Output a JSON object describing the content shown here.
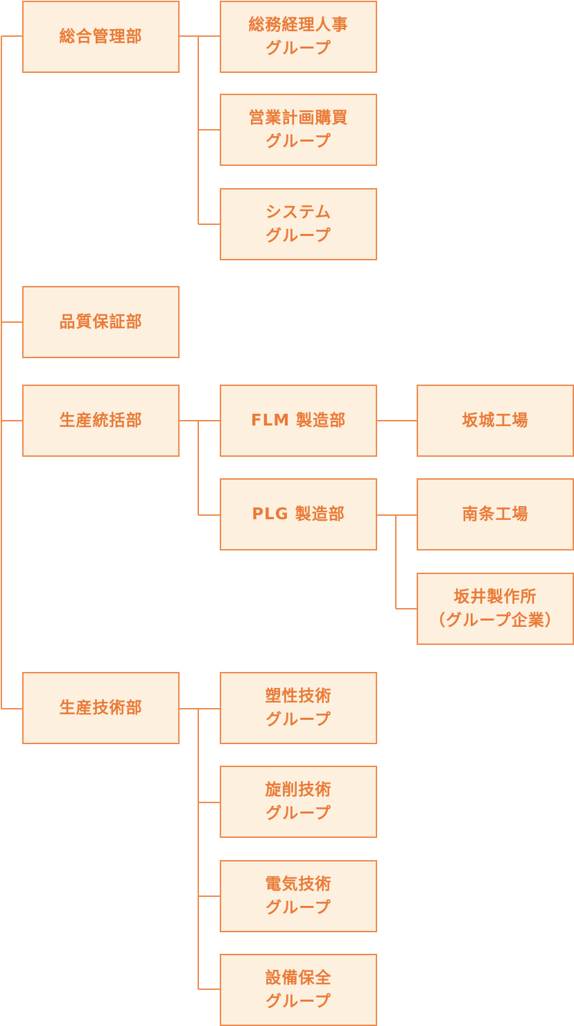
{
  "colors": {
    "line": "#ef8a4c",
    "box_fill": "#fdf0df",
    "text": "#ea7a37"
  },
  "departments": {
    "general_management": "総合管理部",
    "quality_assurance": "品質保証部",
    "production_control": "生産統括部",
    "production_engineering": "生産技術部"
  },
  "groups": {
    "admin_hr": "総務経理人事\nグループ",
    "sales_purchasing": "営業計画購買\nグループ",
    "system": "システム\nグループ",
    "flm": "FLM 製造部",
    "plg": "PLG 製造部",
    "molding": "塑性技術\nグループ",
    "lathe": "旋削技術\nグループ",
    "electrical": "電気技術\nグループ",
    "maintenance": "設備保全\nグループ"
  },
  "factories": {
    "sakaki": "坂城工場",
    "nanjo": "南条工場",
    "sakai": "坂井製作所\n（グループ企業）"
  }
}
